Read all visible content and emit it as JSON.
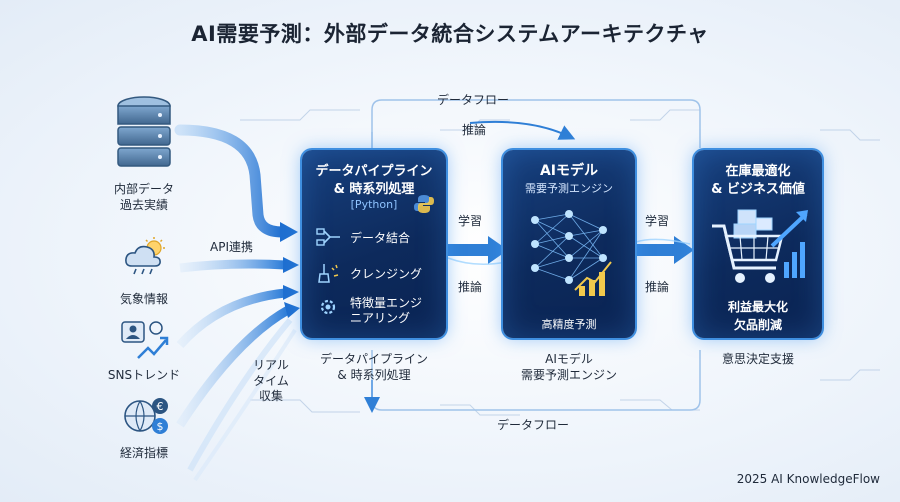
{
  "title": "AI需要予測：外部データ統合システムアーキテクチャ",
  "sources": [
    {
      "label_lines": [
        "内部データ",
        "過去実績"
      ],
      "icon": "database-icon"
    },
    {
      "label_lines": [
        "気象情報"
      ],
      "icon": "weather-icon"
    },
    {
      "label_lines": [
        "SNSトレンド"
      ],
      "icon": "social-trend-icon"
    },
    {
      "label_lines": [
        "経済指標"
      ],
      "icon": "economy-icon"
    }
  ],
  "flow_labels": {
    "api": "API連携",
    "realtime_lines": [
      "リアル",
      "タイム",
      "収集"
    ],
    "top_flow": "データフロー",
    "bottom_flow": "データフロー",
    "learn_1": "学習",
    "infer_1": "推論",
    "learn_2": "学習",
    "infer_2": "推論",
    "infer_top": "推論"
  },
  "pipeline": {
    "title_lines": [
      "データパイプライン",
      "& 時系列処理"
    ],
    "tech": "[Python]",
    "steps": [
      {
        "label": "データ結合",
        "icon": "merge-icon"
      },
      {
        "label": "クレンジング",
        "icon": "cleansing-icon"
      },
      {
        "label_lines": [
          "特徴量エンジ",
          "ニアリング"
        ],
        "icon": "gear-icon"
      }
    ],
    "caption_lines": [
      "データパイプライン",
      "& 時系列処理"
    ]
  },
  "model": {
    "title": "AIモデル",
    "subtitle": "需要予測エンジン",
    "bottom": "高精度予測",
    "caption_lines": [
      "AIモデル",
      "需要予測エンジン"
    ],
    "icon": "neural-network-icon"
  },
  "business": {
    "title_lines": [
      "在庫最適化",
      "& ビジネス価値"
    ],
    "bottom_lines": [
      "利益最大化",
      "欠品削減"
    ],
    "caption": "意思決定支援",
    "icon": "shopping-cart-icon"
  },
  "footer": "2025 AI KnowledgeFlow",
  "colors": {
    "panel": "#0d2a5c",
    "glow": "#3f8fe0",
    "arrow": "#2f7fd6",
    "accent": "#9fd4ff"
  }
}
